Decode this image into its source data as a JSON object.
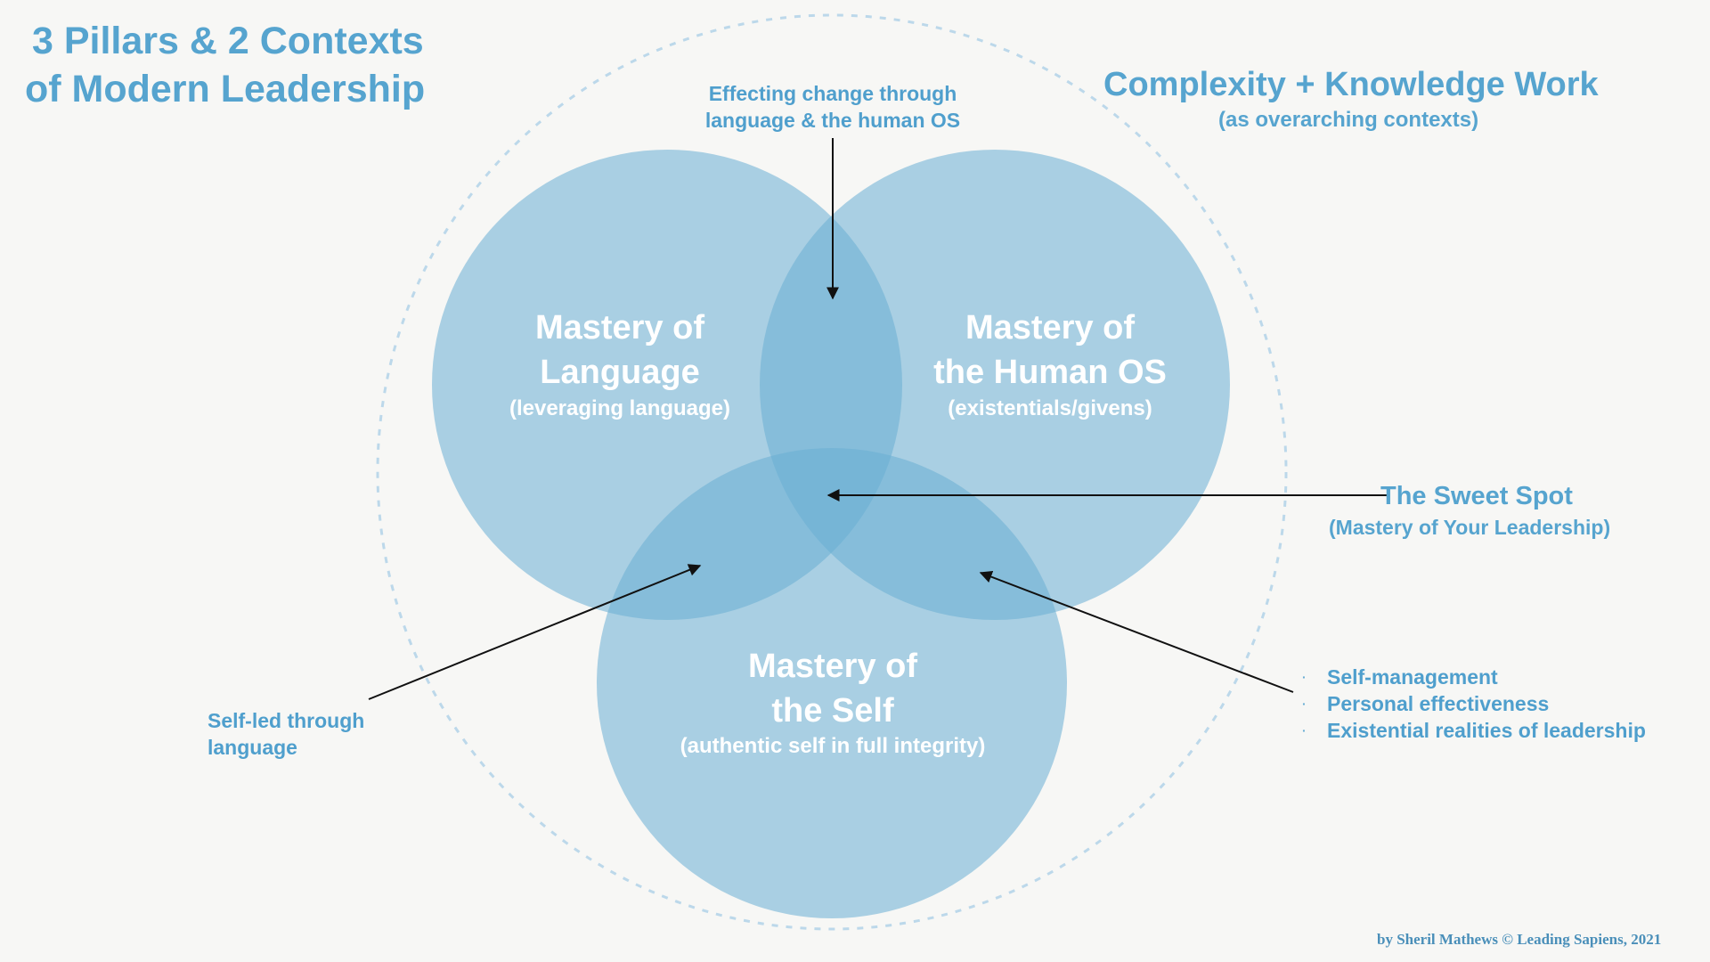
{
  "colors": {
    "background": "#f7f7f5",
    "circle_fill": "#6aaed4",
    "accent_text": "#56a4cf",
    "outer_ring": "#bcd8ea",
    "arrow": "#111111"
  },
  "title": {
    "line1": "3 Pillars & 2 Contexts",
    "line2": "of Modern Leadership"
  },
  "context": {
    "title": "Complexity + Knowledge Work",
    "subtitle": "(as overarching contexts)"
  },
  "top_note": {
    "line1": "Effecting change through",
    "line2": "language & the human OS"
  },
  "circles": {
    "language": {
      "title_line1": "Mastery of",
      "title_line2": "Language",
      "subtitle": "(leveraging language)"
    },
    "human_os": {
      "title_line1": "Mastery of",
      "title_line2": "the Human OS",
      "subtitle": "(existentials/givens)"
    },
    "self": {
      "title_line1": "Mastery of",
      "title_line2": "the Self",
      "subtitle": "(authentic self in full integrity)"
    }
  },
  "sweet_spot": {
    "title": "The Sweet Spot",
    "subtitle": "(Mastery of Your Leadership)"
  },
  "left_note": {
    "line1": "Self-led through",
    "line2": "language"
  },
  "right_bullets": {
    "bullet_symbol": "·",
    "items": [
      "Self-management",
      "Personal effectiveness",
      "Existential realities of leadership"
    ]
  },
  "credit": "by Sheril Mathews © Leading Sapiens, 2021"
}
